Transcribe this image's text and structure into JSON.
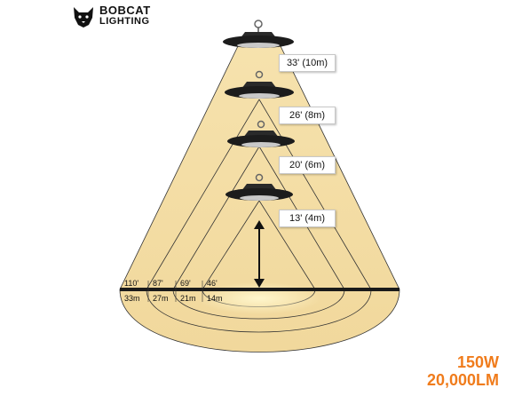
{
  "brand": {
    "line1": "BOBCAT",
    "line2": "LIGHTING",
    "logo": "bobcat-head-icon"
  },
  "heights": [
    "33' (10m)",
    "26' (8m)",
    "20' (6m)",
    "13' (4m)"
  ],
  "distances": [
    {
      "ft": "110'",
      "m": "33m"
    },
    {
      "ft": "87'",
      "m": "27m"
    },
    {
      "ft": "69'",
      "m": "21m"
    },
    {
      "ft": "46'",
      "m": "14m"
    }
  ],
  "specs": {
    "wattage": "150W",
    "lumens": "20,000LM"
  },
  "colors": {
    "accent": "#f07c1c",
    "light": "#f3dba0",
    "light_glow": "#fff4c8",
    "fixture": "#1f1f1f"
  }
}
